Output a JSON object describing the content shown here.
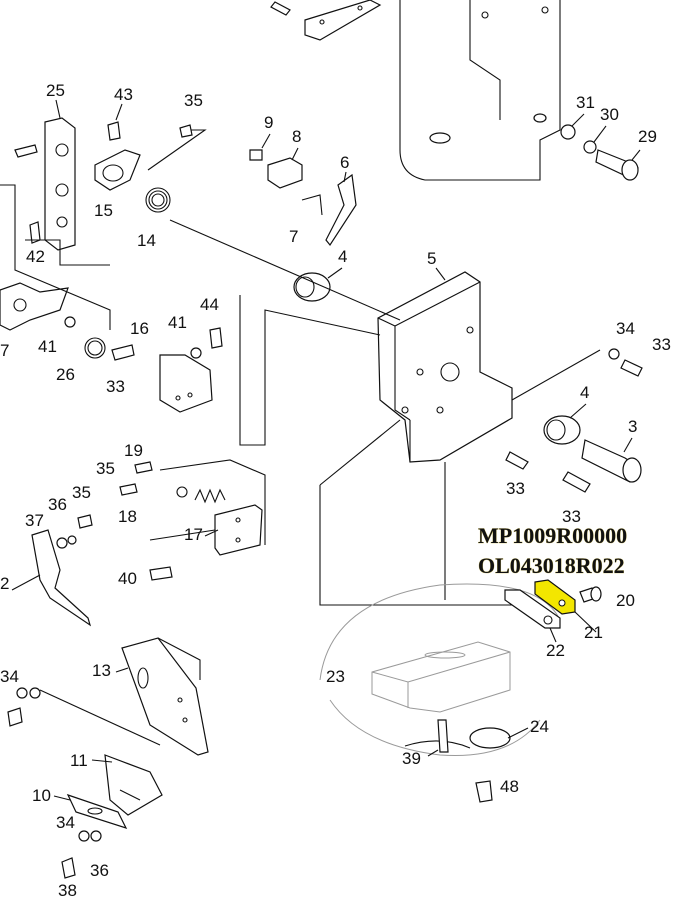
{
  "part_numbers": [
    "MP1009R00000",
    "OL043018R022"
  ],
  "highlight_color": "#f3e600",
  "callouts": [
    {
      "id": "c25",
      "text": "25"
    },
    {
      "id": "c43",
      "text": "43"
    },
    {
      "id": "c35a",
      "text": "35"
    },
    {
      "id": "c9",
      "text": "9"
    },
    {
      "id": "c8",
      "text": "8"
    },
    {
      "id": "c6",
      "text": "6"
    },
    {
      "id": "c7a",
      "text": "7"
    },
    {
      "id": "c15",
      "text": "15"
    },
    {
      "id": "c14",
      "text": "14"
    },
    {
      "id": "c42",
      "text": "42"
    },
    {
      "id": "c7b",
      "text": "7"
    },
    {
      "id": "c41a",
      "text": "41"
    },
    {
      "id": "c26",
      "text": "26"
    },
    {
      "id": "c33a",
      "text": "33"
    },
    {
      "id": "c16",
      "text": "16"
    },
    {
      "id": "c41b",
      "text": "41"
    },
    {
      "id": "c44",
      "text": "44"
    },
    {
      "id": "c4a",
      "text": "4"
    },
    {
      "id": "c5",
      "text": "5"
    },
    {
      "id": "c31",
      "text": "31"
    },
    {
      "id": "c30",
      "text": "30"
    },
    {
      "id": "c29",
      "text": "29"
    },
    {
      "id": "c34a",
      "text": "34"
    },
    {
      "id": "c33b",
      "text": "33"
    },
    {
      "id": "c4b",
      "text": "4"
    },
    {
      "id": "c3",
      "text": "3"
    },
    {
      "id": "c19",
      "text": "19"
    },
    {
      "id": "c35b",
      "text": "35"
    },
    {
      "id": "c18",
      "text": "18"
    },
    {
      "id": "c36a",
      "text": "36"
    },
    {
      "id": "c35c",
      "text": "35"
    },
    {
      "id": "c37",
      "text": "37"
    },
    {
      "id": "c17",
      "text": "17"
    },
    {
      "id": "c33c",
      "text": "33"
    },
    {
      "id": "c33d",
      "text": "33"
    },
    {
      "id": "c2",
      "text": "2"
    },
    {
      "id": "c40",
      "text": "40"
    },
    {
      "id": "c20",
      "text": "20"
    },
    {
      "id": "c21",
      "text": "21"
    },
    {
      "id": "c22",
      "text": "22"
    },
    {
      "id": "c23",
      "text": "23"
    },
    {
      "id": "c13",
      "text": "13"
    },
    {
      "id": "c34b",
      "text": "34"
    },
    {
      "id": "c24",
      "text": "24"
    },
    {
      "id": "c39",
      "text": "39"
    },
    {
      "id": "c48",
      "text": "48"
    },
    {
      "id": "c11",
      "text": "11"
    },
    {
      "id": "c10",
      "text": "10"
    },
    {
      "id": "c34c",
      "text": "34"
    },
    {
      "id": "c36b",
      "text": "36"
    },
    {
      "id": "c38",
      "text": "38"
    }
  ]
}
